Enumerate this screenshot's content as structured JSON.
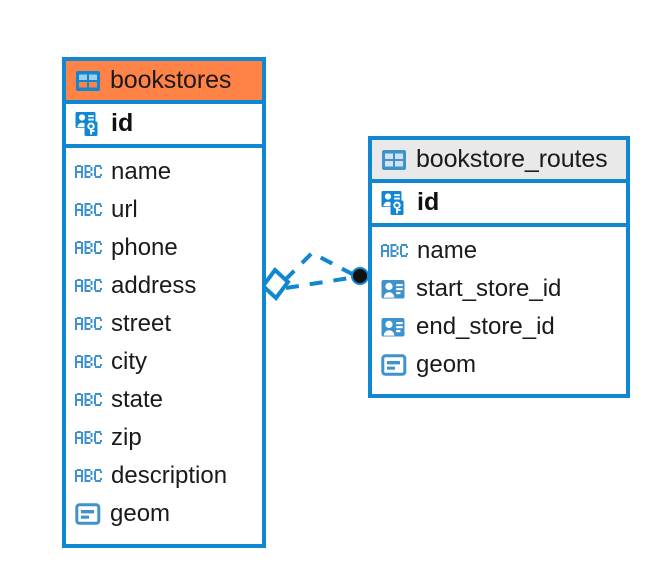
{
  "diagram": {
    "type": "entity-relationship-diagram",
    "background": "#ffffff",
    "accent_color": "#1187d2",
    "highlight_color": "#ff8247",
    "neutral_header_color": "#e9e9e9",
    "entities": [
      {
        "name": "bookstores",
        "header_icon": "table-icon",
        "header_style": "accent",
        "primary_key": {
          "label": "id",
          "icon": "primary-key-icon"
        },
        "fields": [
          {
            "label": "name",
            "icon": "abc-text-icon"
          },
          {
            "label": "url",
            "icon": "abc-text-icon"
          },
          {
            "label": "phone",
            "icon": "abc-text-icon"
          },
          {
            "label": "address",
            "icon": "abc-text-icon"
          },
          {
            "label": "street",
            "icon": "abc-text-icon"
          },
          {
            "label": "city",
            "icon": "abc-text-icon"
          },
          {
            "label": "state",
            "icon": "abc-text-icon"
          },
          {
            "label": "zip",
            "icon": "abc-text-icon"
          },
          {
            "label": "description",
            "icon": "abc-text-icon"
          },
          {
            "label": "geom",
            "icon": "geometry-icon"
          }
        ]
      },
      {
        "name": "bookstore_routes",
        "header_icon": "table-icon",
        "header_style": "neutral",
        "primary_key": {
          "label": "id",
          "icon": "primary-key-icon"
        },
        "fields": [
          {
            "label": "name",
            "icon": "abc-text-icon"
          },
          {
            "label": "start_store_id",
            "icon": "foreign-key-icon"
          },
          {
            "label": "end_store_id",
            "icon": "foreign-key-icon"
          },
          {
            "label": "geom",
            "icon": "geometry-icon"
          }
        ]
      }
    ],
    "relationship": {
      "style": "dashed",
      "color": "#1187d2",
      "source_endpoint": "diamond",
      "target_endpoint": "filled-circle",
      "target_endpoint_color": "#111111"
    }
  }
}
